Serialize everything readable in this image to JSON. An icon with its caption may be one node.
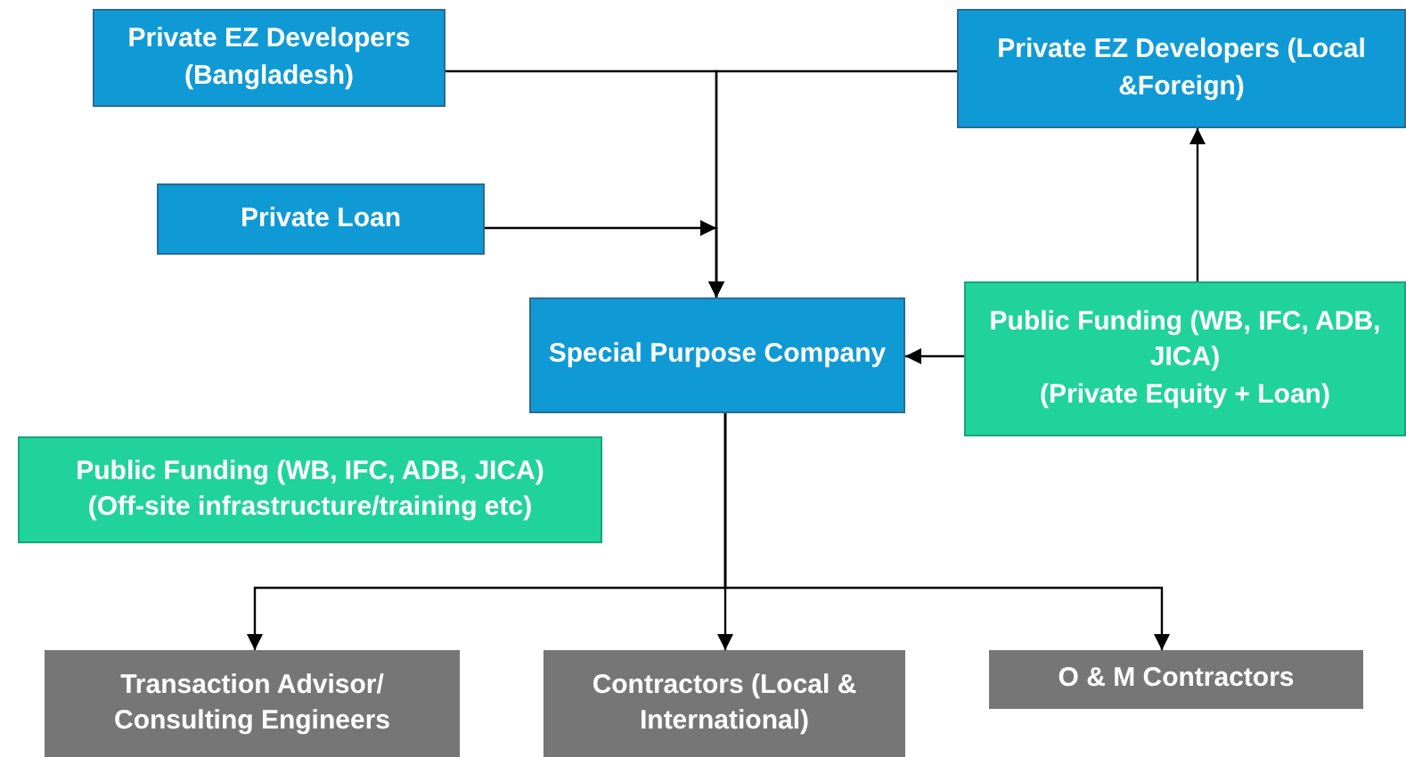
{
  "diagram": {
    "nodes": [
      {
        "text": [
          "Private EZ Developers (Bangladesh)"
        ]
      },
      {
        "text": [
          "Private EZ Developers (Local &Foreign)"
        ]
      },
      {
        "text": [
          "Private Loan"
        ]
      },
      {
        "text": [
          "Special Purpose Company"
        ]
      },
      {
        "text": [
          "Public Funding (WB, IFC, ADB, JICA)",
          "(Private Equity + Loan)"
        ]
      },
      {
        "text": [
          "Public Funding (WB, IFC, ADB, JICA)",
          "(Off-site infrastructure/training etc)"
        ]
      },
      {
        "text": [
          "Transaction Advisor/ Consulting Engineers"
        ]
      },
      {
        "text": [
          "Contractors (Local & International)"
        ]
      },
      {
        "text": [
          "O & M Contractors"
        ]
      }
    ],
    "edges": [
      {
        "from": 0,
        "to": 3,
        "arrow": "to"
      },
      {
        "from": 1,
        "to": 3,
        "arrow": "to"
      },
      {
        "from": 2,
        "to": 3,
        "arrow": "to"
      },
      {
        "from": 4,
        "to": 1,
        "arrow": "to"
      },
      {
        "from": 4,
        "to": 3,
        "arrow": "to"
      },
      {
        "from": 3,
        "to": 6,
        "arrow": "to"
      },
      {
        "from": 3,
        "to": 7,
        "arrow": "to"
      },
      {
        "from": 3,
        "to": 8,
        "arrow": "to"
      }
    ]
  }
}
